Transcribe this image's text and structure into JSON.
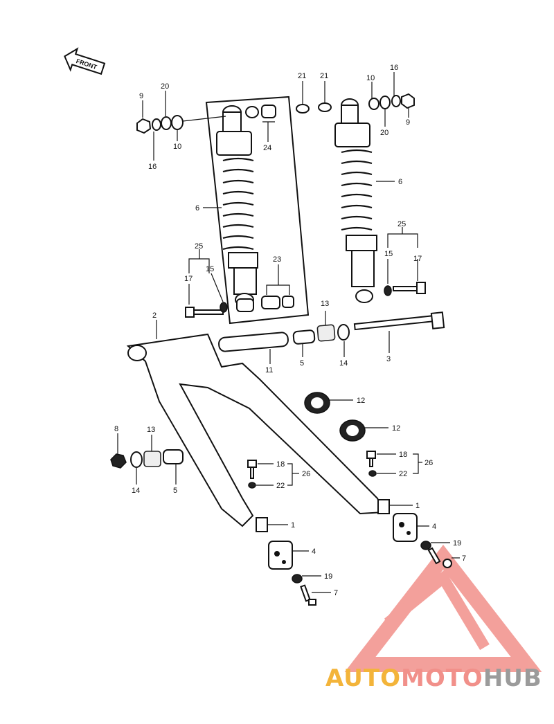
{
  "front_label": "FRONT",
  "brand": {
    "part1": "AUTO",
    "part2": "MOTO",
    "part3": "HUB"
  },
  "colors": {
    "logo_red": "#f1908a",
    "logo_orange": "#f3b43a",
    "logo_grey": "#9b9b9b",
    "ink": "#111111"
  },
  "callouts": {
    "n2": "2",
    "n3": "3",
    "n4a": "4",
    "n4b": "4",
    "n5a": "5",
    "n5b": "5",
    "n6a": "6",
    "n6b": "6",
    "n7a": "7",
    "n7b": "7",
    "n8": "8",
    "n9a": "9",
    "n9b": "9",
    "n10a": "10",
    "n10b": "10",
    "n11": "11",
    "n12a": "12",
    "n12b": "12",
    "n13a": "13",
    "n13b": "13",
    "n14a": "14",
    "n14b": "14",
    "n15a": "15",
    "n15b": "15",
    "n16a": "16",
    "n16b": "16",
    "n17a": "17",
    "n17b": "17",
    "n18a": "18",
    "n18b": "18",
    "n19a": "19",
    "n19b": "19",
    "n20a": "20",
    "n20b": "20",
    "n21a": "21",
    "n21b": "21",
    "n22a": "22",
    "n22b": "22",
    "n23": "23",
    "n24": "24",
    "n25a": "25",
    "n25b": "25",
    "n26a": "26",
    "n26b": "26",
    "n1a": "1",
    "n1b": "1"
  }
}
